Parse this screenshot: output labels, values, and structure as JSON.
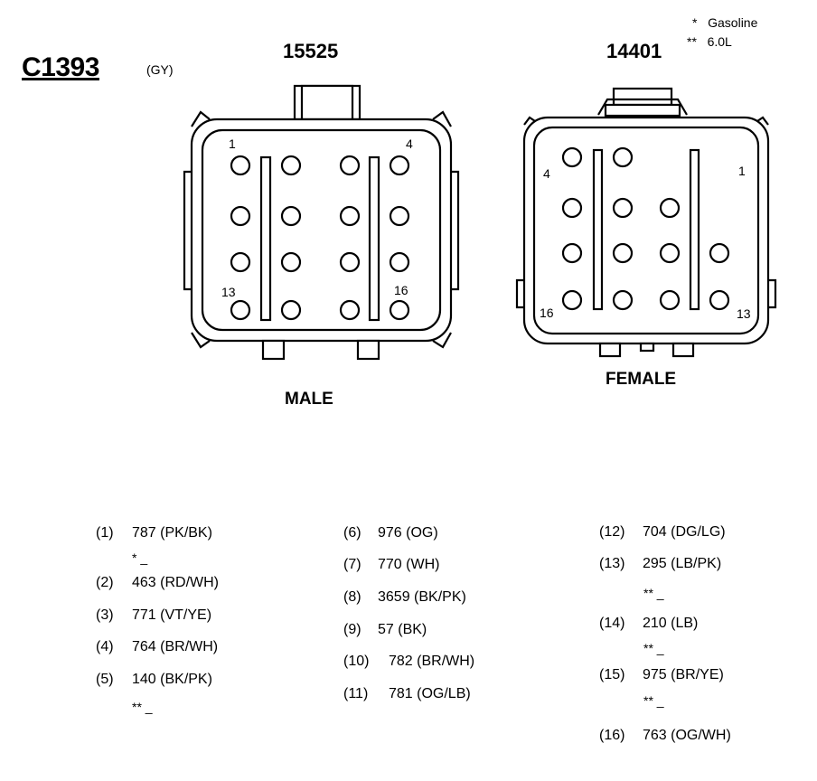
{
  "connector": {
    "id": "C1393",
    "color_code": "(GY)"
  },
  "legend": [
    {
      "symbol": "*",
      "text": "Gasoline"
    },
    {
      "symbol": "**",
      "text": "6.0L"
    }
  ],
  "male": {
    "part_number": "15525",
    "label": "MALE",
    "pin_labels": [
      "1",
      "4",
      "13",
      "16"
    ]
  },
  "female": {
    "part_number": "14401",
    "label": "FEMALE",
    "pin_labels": [
      "4",
      "1",
      "16",
      "13"
    ]
  },
  "pinout": {
    "columns": [
      [
        {
          "pin": "(1)",
          "circuit": "787 (PK/BK)",
          "note": "* _"
        },
        {
          "pin": "(2)",
          "circuit": "463 (RD/WH)"
        },
        {
          "pin": "(3)",
          "circuit": "771 (VT/YE)"
        },
        {
          "pin": "(4)",
          "circuit": "764 (BR/WH)"
        },
        {
          "pin": "(5)",
          "circuit": "140 (BK/PK)",
          "note": "** _"
        }
      ],
      [
        {
          "pin": "(6)",
          "circuit": "976 (OG)"
        },
        {
          "pin": "(7)",
          "circuit": "770 (WH)"
        },
        {
          "pin": "(8)",
          "circuit": "3659 (BK/PK)"
        },
        {
          "pin": "(9)",
          "circuit": "57 (BK)"
        },
        {
          "pin": "(10)",
          "circuit": "782 (BR/WH)"
        },
        {
          "pin": "(11)",
          "circuit": "781 (OG/LB)"
        }
      ],
      [
        {
          "pin": "(12)",
          "circuit": "704 (DG/LG)"
        },
        {
          "pin": "(13)",
          "circuit": "295 (LB/PK)",
          "note": "** _"
        },
        {
          "pin": "(14)",
          "circuit": "210 (LB)",
          "note": "** _"
        },
        {
          "pin": "(15)",
          "circuit": "975 (BR/YE)",
          "note": "** _"
        },
        {
          "pin": "(16)",
          "circuit": "763 (OG/WH)"
        }
      ]
    ]
  }
}
